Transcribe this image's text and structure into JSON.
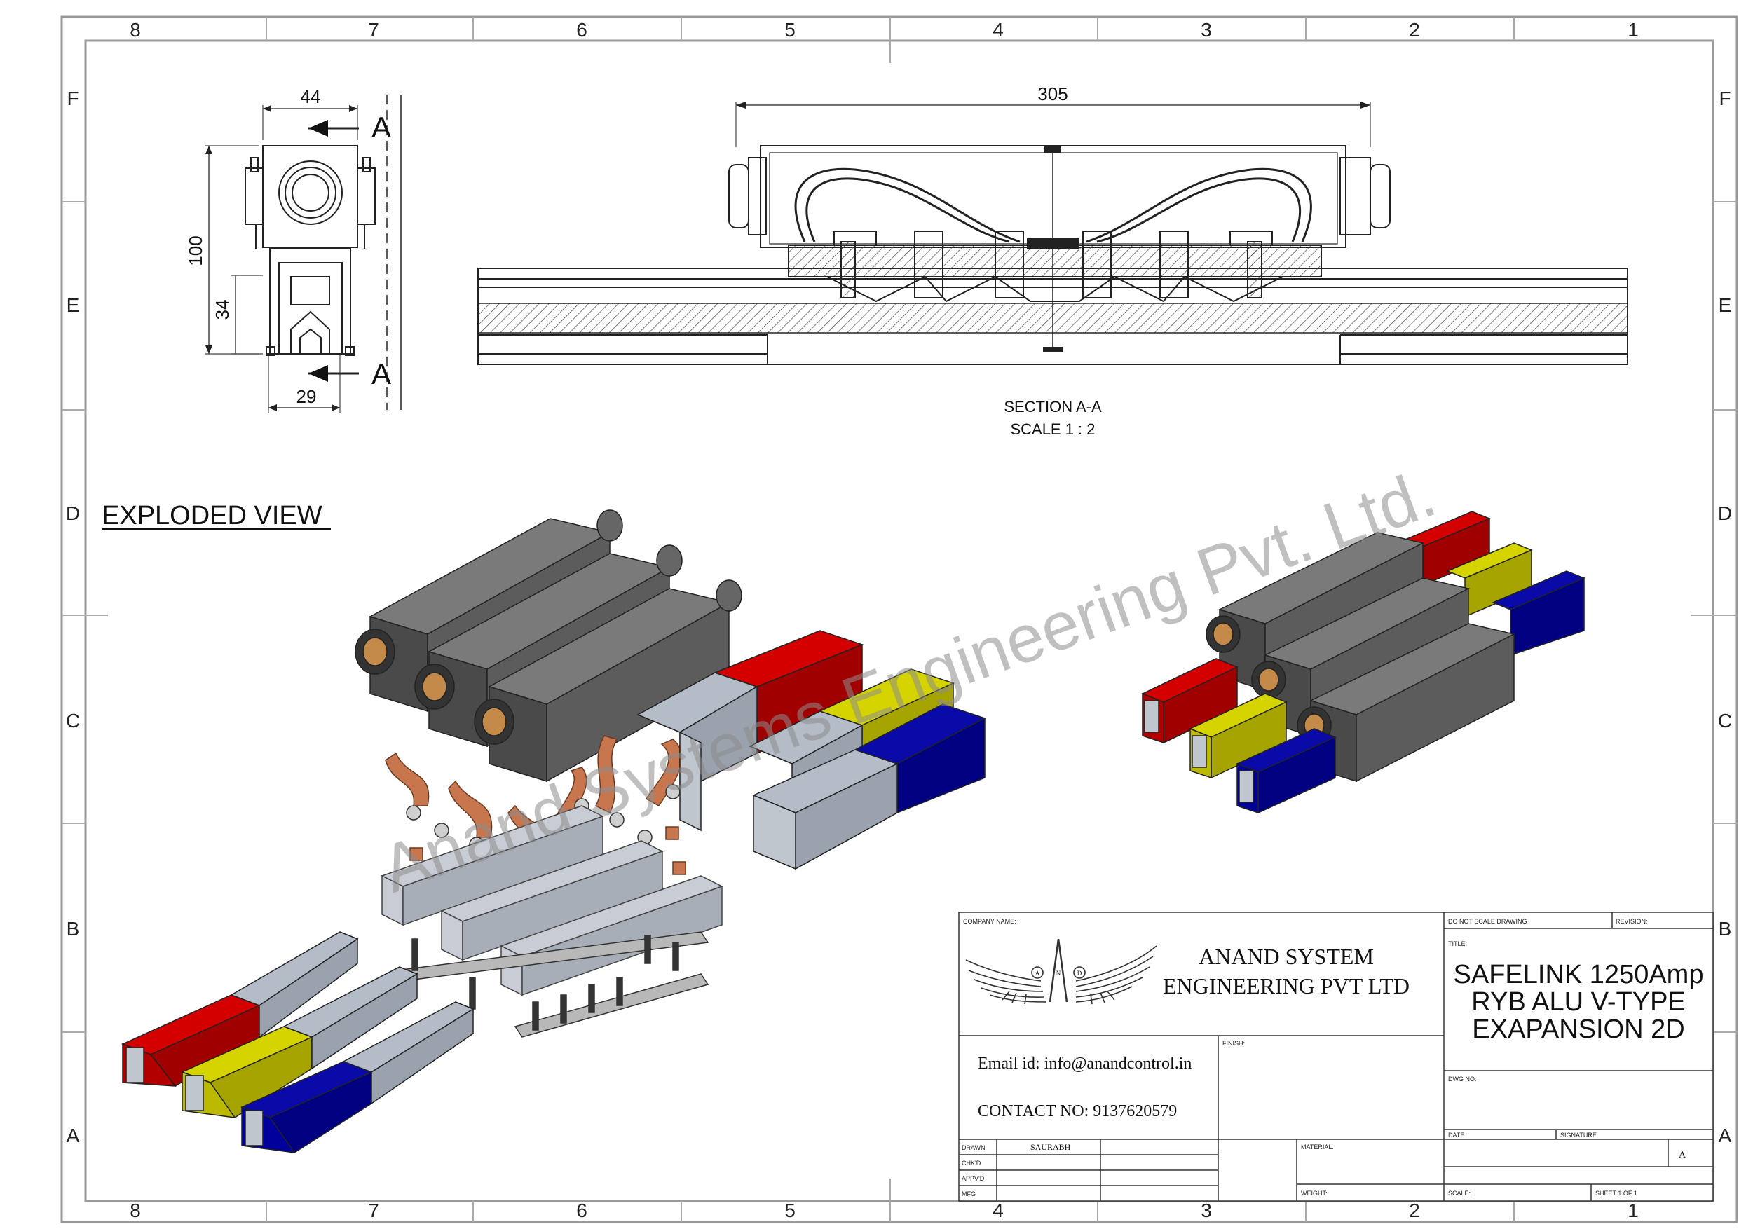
{
  "zones": {
    "columns": [
      "8",
      "7",
      "6",
      "5",
      "4",
      "3",
      "2",
      "1"
    ],
    "rows": [
      "F",
      "E",
      "D",
      "C",
      "B",
      "A"
    ]
  },
  "dimensions": {
    "width_top": "44",
    "height_total": "100",
    "height_lower": "34",
    "width_bottom": "29",
    "section_marker": "A",
    "length": "305"
  },
  "section_caption": {
    "line1": "SECTION A-A",
    "line2": "SCALE 1 : 2"
  },
  "exploded_label": "EXPLODED VIEW",
  "watermark": "Anand Systems Engineering Pvt. Ltd.",
  "colors": {
    "red": "#d40000",
    "yellow": "#d6d400",
    "blue": "#0a0aa8",
    "housing": "#555555",
    "rail": "#b4bcc8",
    "copper": "#c8764e"
  },
  "title_block": {
    "company_name_label": "COMPANY NAME:",
    "logo_letters": [
      "A",
      "N",
      "D"
    ],
    "company_line1": "ANAND SYSTEM",
    "company_line2": "ENGINEERING PVT LTD",
    "email": "Email id: info@anandcontrol.in",
    "contact": "CONTACT NO: 9137620579",
    "do_not_scale": "DO NOT SCALE DRAWING",
    "revision_label": "REVISION:",
    "title_label": "TITLE:",
    "title_line1": "SAFELINK 1250Amp",
    "title_line2": "RYB ALU V-TYPE",
    "title_line3": "EXAPANSION 2D",
    "finish_label": "FINISH:",
    "dwg_no_label": "DWG NO.",
    "drawn_label": "DRAWN",
    "drawn_value": "SAURABH",
    "chkd_label": "CHK'D",
    "appvd_label": "APPV'D",
    "mfg_label": "MFG",
    "material_label": "MATERIAL:",
    "weight_label": "WEIGHT:",
    "date_label": "DATE:",
    "signature_label": "SIGNATURE:",
    "size_value": "A",
    "scale_label": "SCALE:",
    "sheet_label": "SHEET 1 OF 1"
  }
}
